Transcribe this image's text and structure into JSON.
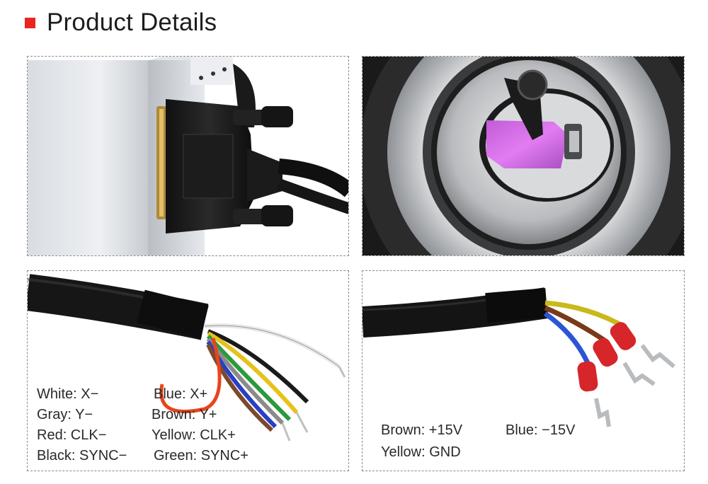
{
  "header": {
    "title": "Product Details",
    "accent_color": "#e8261f"
  },
  "panels": {
    "connector_photo": {
      "icon": "db25-connector-photo"
    },
    "lens_photo": {
      "icon": "galvo-lens-photo"
    },
    "signal_cable": {
      "icon": "signal-cable-photo",
      "wires": [
        {
          "label": "White: X−"
        },
        {
          "label": "Blue: X+"
        },
        {
          "label": "Gray: Y−"
        },
        {
          "label": "Brown: Y+"
        },
        {
          "label": "Red: CLK−"
        },
        {
          "label": "Yellow: CLK+"
        },
        {
          "label": "Black: SYNC−"
        },
        {
          "label": "Green: SYNC+"
        }
      ]
    },
    "power_cable": {
      "icon": "power-cable-photo",
      "wires": [
        {
          "label": "Brown: +15V"
        },
        {
          "label": "Blue: −15V"
        },
        {
          "label": "Yellow: GND"
        }
      ]
    }
  }
}
